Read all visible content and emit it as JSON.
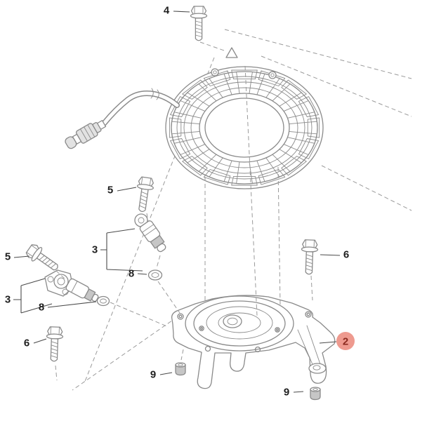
{
  "diagram": {
    "colors": {
      "background": "#ffffff",
      "line": "#8a8a8a",
      "label": "#1f1f1f",
      "leader": "#4a4a4a",
      "highlight_fill": "#ee9a8f",
      "highlight_text": "#8b2a1f"
    },
    "callouts": [
      {
        "label": "4"
      },
      {
        "label": "5"
      },
      {
        "label": "3"
      },
      {
        "label": "8"
      },
      {
        "label": "5"
      },
      {
        "label": "3"
      },
      {
        "label": "8"
      },
      {
        "label": "6"
      },
      {
        "label": "6"
      },
      {
        "label": "2",
        "highlighted": true
      },
      {
        "label": "9"
      },
      {
        "label": "9"
      }
    ]
  }
}
